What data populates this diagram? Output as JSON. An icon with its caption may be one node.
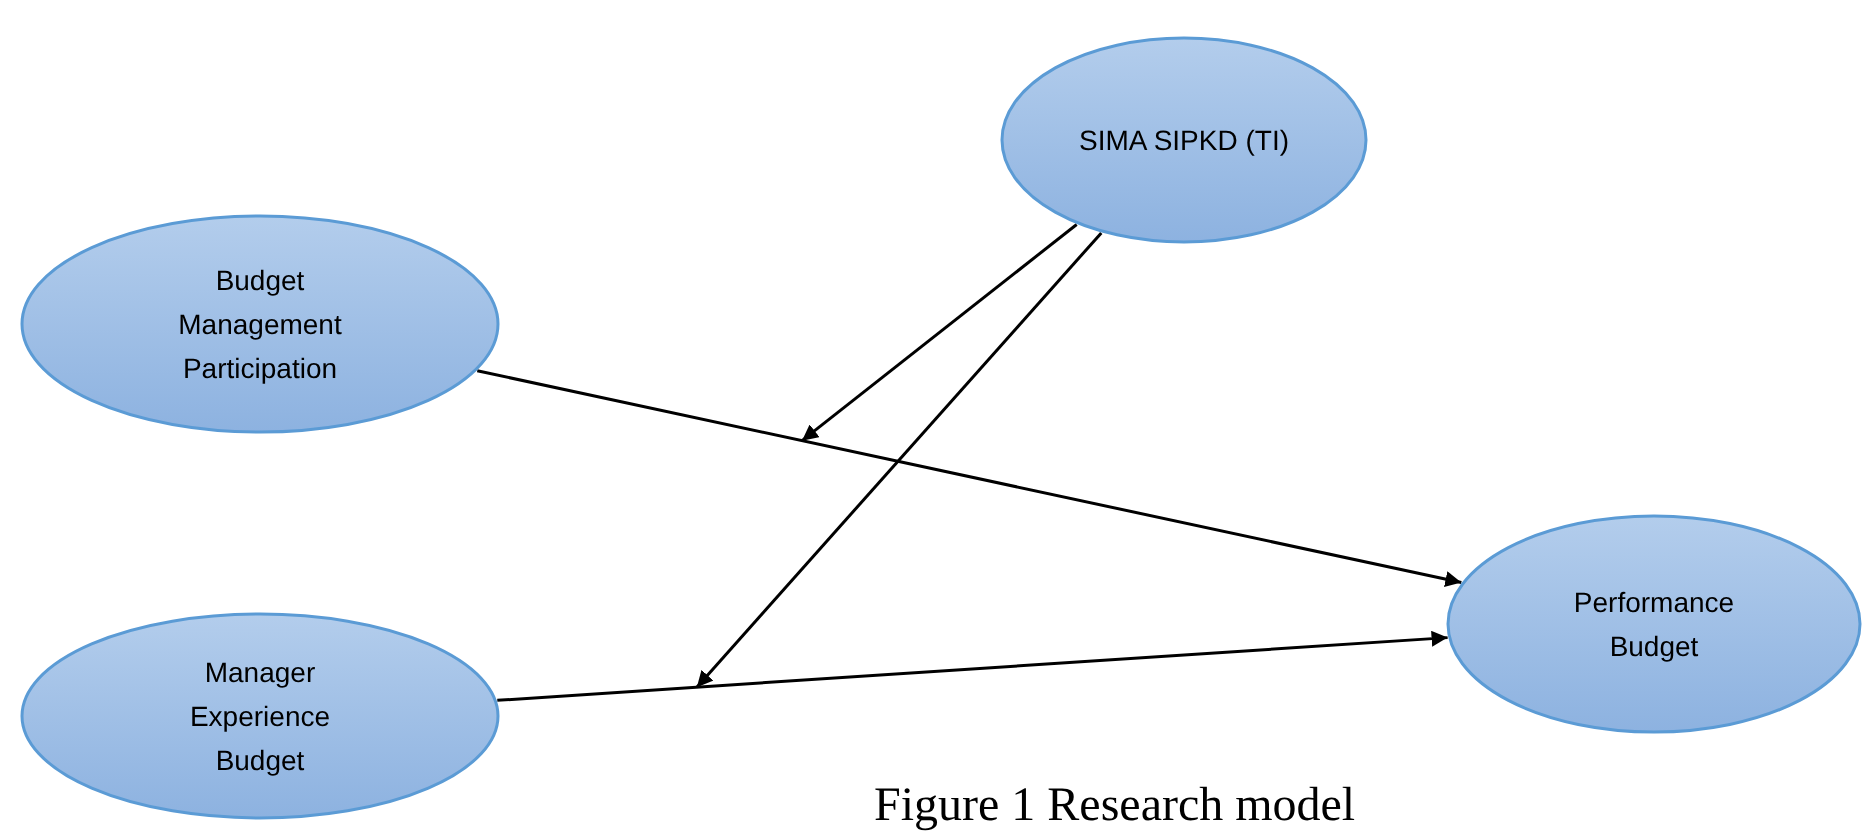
{
  "diagram": {
    "caption": "Figure 1 Research model",
    "nodes": [
      {
        "text": [
          "SIMA SIPKD (TI)"
        ]
      },
      {
        "text": [
          "Budget Management Participation"
        ]
      },
      {
        "text": [
          "Performance Budget"
        ]
      },
      {
        "text": [
          "Manager Experience Budget"
        ]
      }
    ],
    "edges": [
      {
        "from": 1,
        "to": 2,
        "arrow": "to"
      },
      {
        "from": 3,
        "to": 2,
        "arrow": "to"
      },
      {
        "from": 0,
        "to": null,
        "arrow": "to"
      },
      {
        "from": 0,
        "to": null,
        "arrow": "to"
      }
    ]
  }
}
